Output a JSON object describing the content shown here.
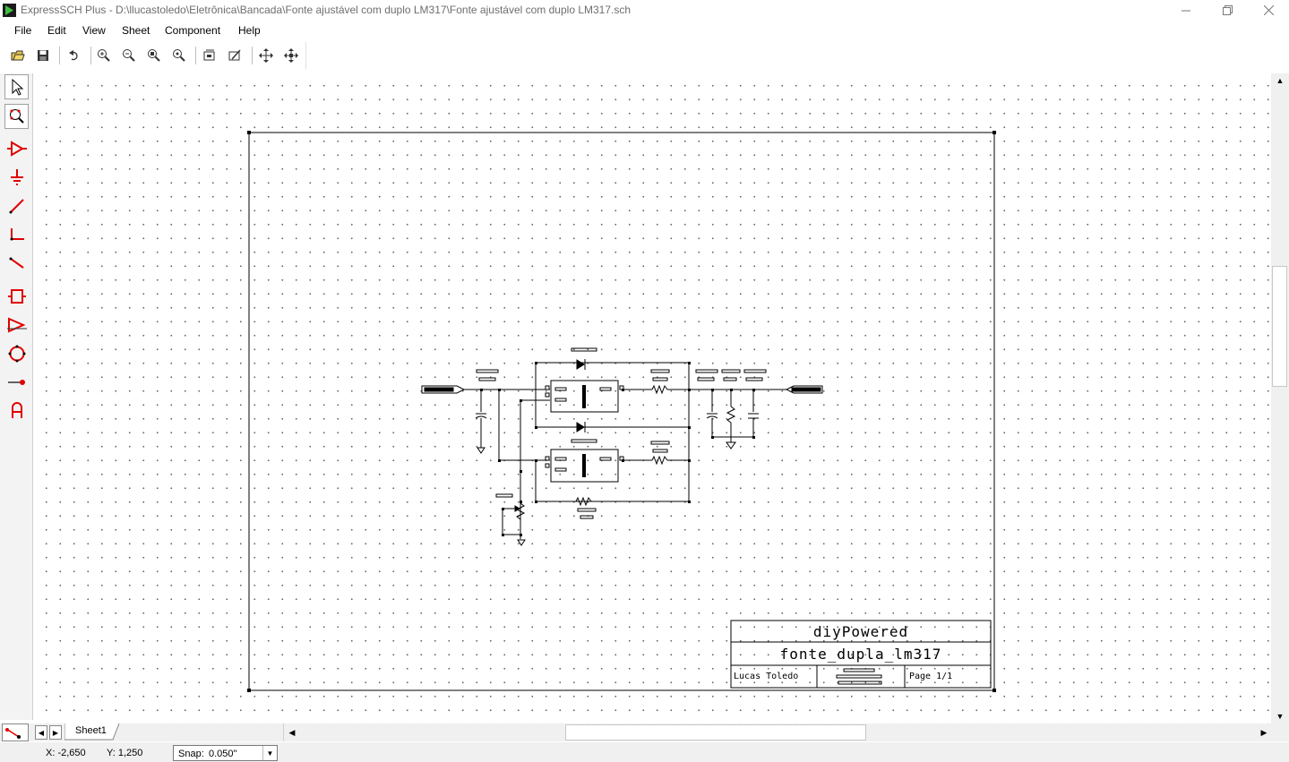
{
  "window": {
    "title": "ExpressSCH Plus - D:\\llucastoledo\\Eletrônica\\Bancada\\Fonte ajustável com duplo LM317\\Fonte ajustável com duplo LM317.sch"
  },
  "menu": {
    "items": [
      {
        "label": "File"
      },
      {
        "label": "Edit"
      },
      {
        "label": "View"
      },
      {
        "label": "Sheet"
      },
      {
        "label": "Component"
      },
      {
        "label": "Help"
      }
    ]
  },
  "toolbar": {
    "icons": [
      "open-folder-icon",
      "save-icon",
      "undo-icon",
      "zoom-in-icon",
      "zoom-out-icon",
      "zoom-area-icon",
      "zoom-fit-icon",
      "part-properties-icon",
      "part-edit-icon",
      "move-icon",
      "drag-icon"
    ]
  },
  "toolbox": {
    "active": "select-tool",
    "accent_color": "#e00000"
  },
  "title_block": {
    "company": "diyPowered",
    "drawing_name": "fonte_dupla_lm317",
    "author": "Lucas Toledo",
    "page": "Page 1/1"
  },
  "tabs": {
    "sheets": [
      {
        "label": "Sheet1"
      }
    ]
  },
  "status": {
    "x": "X: -2,650",
    "y": "Y: 1,250",
    "snap_label": "Snap:",
    "snap_value": "0.050\""
  }
}
